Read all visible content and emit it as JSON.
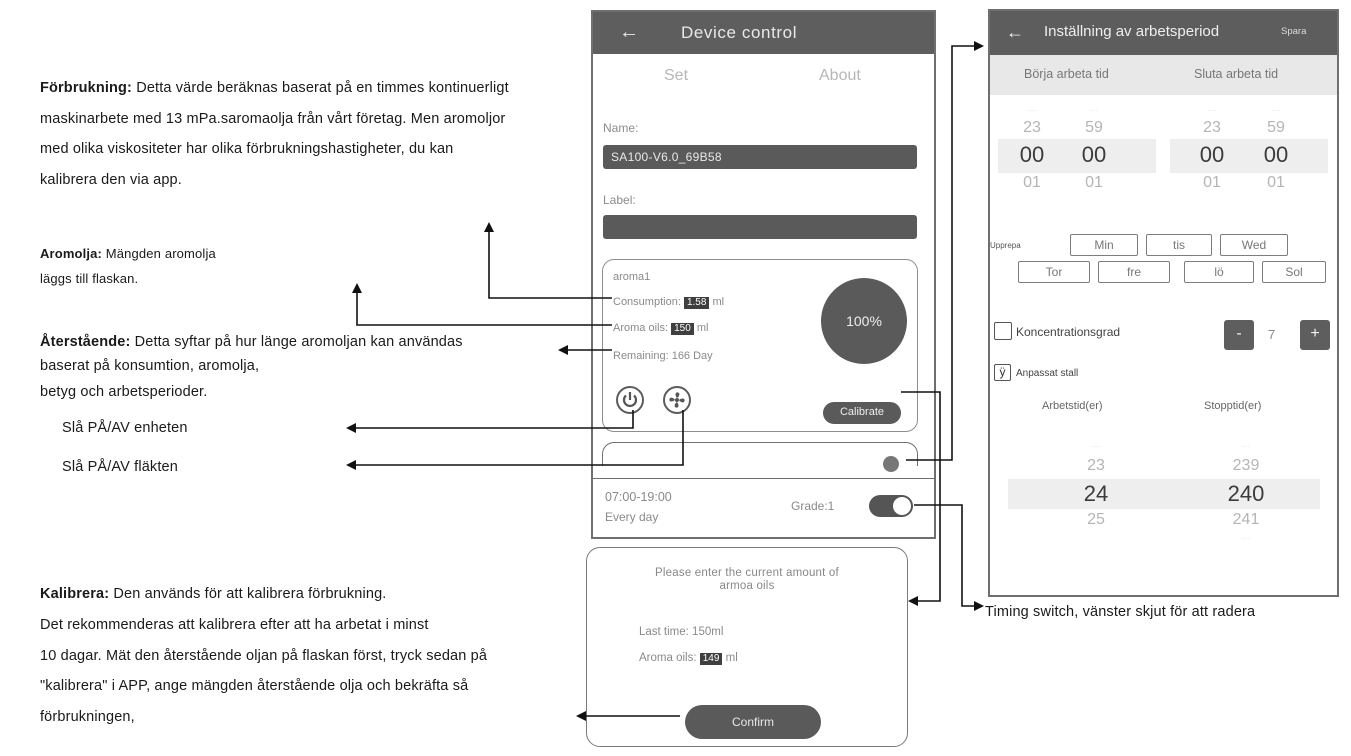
{
  "annotations": {
    "consumption": {
      "term": "Förbrukning:",
      "line1": " Detta värde beräknas baserat på en timmes kontinuerligt",
      "line2": "maskinarbete med 13 mPa.saromaolja från vårt företag. Men aromoljor",
      "line3": "med olika viskositeter har olika förbrukningshastigheter, du kan",
      "line4": "kalibrera den via app."
    },
    "aroma_oil": {
      "term": "Aromolja:",
      "line1": " Mängden aromolja",
      "line2": "läggs till flaskan."
    },
    "remaining": {
      "term": "Återstående:",
      "line1": " Detta syftar på hur länge aromoljan kan användas",
      "line2": "baserat på konsumtion, aromolja,",
      "line3": "betyg och arbetsperioder."
    },
    "power": "Slå PÅ/AV enheten",
    "fan": "Slå PÅ/AV fläkten",
    "calibrate": {
      "term": "Kalibrera:",
      "line1": " Den används för att kalibrera förbrukning.",
      "line2": "Det rekommenderas att kalibrera efter att ha arbetat i minst",
      "line3": "10 dagar. Mät den återstående oljan på flaskan först, tryck sedan på",
      "line4": "\"kalibrera\" i APP, ange mängden återstående olja och bekräfta så",
      "line5": "förbrukningen,"
    },
    "timing_switch": "Timing switch, vänster skjut för att radera"
  },
  "device_control": {
    "title": "Device control",
    "tabs": [
      "Set",
      "About"
    ],
    "name_label": "Name:",
    "name_value": "SA100-V6.0_69B58",
    "label_label": "Label:",
    "label_value": "",
    "card": {
      "title": "aroma1",
      "consumption_label": "Consumption:",
      "consumption_value": "1.58",
      "consumption_unit": "ml",
      "oils_label": "Aroma oils:",
      "oils_value": "150",
      "oils_unit": "ml",
      "remaining": "Remaining: 166 Day",
      "level": "100%",
      "calibrate_label": "Calibrate"
    },
    "schedule": {
      "time": "07:00-19:00",
      "repeat": "Every day",
      "grade": "Grade:1",
      "enabled": true
    }
  },
  "calibrate_dialog": {
    "message_line1": "Please enter the current amount of",
    "message_line2": "armoa oils",
    "last_time": "Last time: 150ml",
    "oils_label": "Aroma oils:",
    "oils_value": "149",
    "oils_unit": "ml",
    "confirm_label": "Confirm"
  },
  "work_period": {
    "title": "Inställning av arbetsperiod",
    "save_label": "Spara",
    "start_label": "Börja arbeta tid",
    "end_label": "Sluta arbeta tid",
    "start_wheel": {
      "hours": [
        "23",
        "00",
        "01"
      ],
      "minutes": [
        "59",
        "00",
        "01"
      ]
    },
    "end_wheel": {
      "hours": [
        "23",
        "00",
        "01"
      ],
      "minutes": [
        "59",
        "00",
        "01"
      ]
    },
    "repeat_label": "Upprepa",
    "days_row1": [
      "Min",
      "tis",
      "Wed"
    ],
    "days_row2": [
      "Tor",
      "fre",
      "lö",
      "Sol"
    ],
    "concentration_label": "Koncentrationsgrad",
    "concentration_minus": "-",
    "concentration_value": "7",
    "concentration_plus": "+",
    "custom_check": "ÿ",
    "custom_label": "Anpassat stall",
    "work_col": "Arbetstid(er)",
    "stop_col": "Stopptid(er)",
    "work_wheel": [
      "23",
      "24",
      "25"
    ],
    "stop_wheel": [
      "239",
      "240",
      "241"
    ]
  }
}
